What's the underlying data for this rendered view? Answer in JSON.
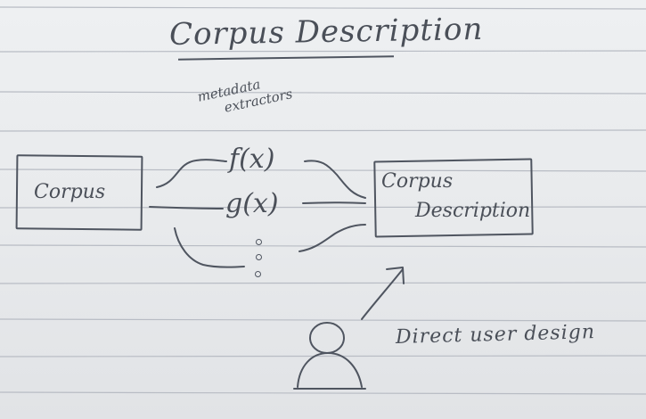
{
  "diagram": {
    "title": "Corpus Description",
    "annotation": {
      "line1": "metadata",
      "line2": "extractors"
    },
    "input_node": {
      "label": "Corpus"
    },
    "extractors": [
      {
        "label": "f(x)"
      },
      {
        "label": "g(x)"
      }
    ],
    "output_node": {
      "label_line1": "Corpus",
      "label_line2": "Description"
    },
    "user": {
      "label": "Direct user design",
      "icon": "person-icon"
    }
  },
  "colors": {
    "ink": "#4f5560",
    "paper": "#ebedf0",
    "rule_lines": "#b8bcc4"
  }
}
